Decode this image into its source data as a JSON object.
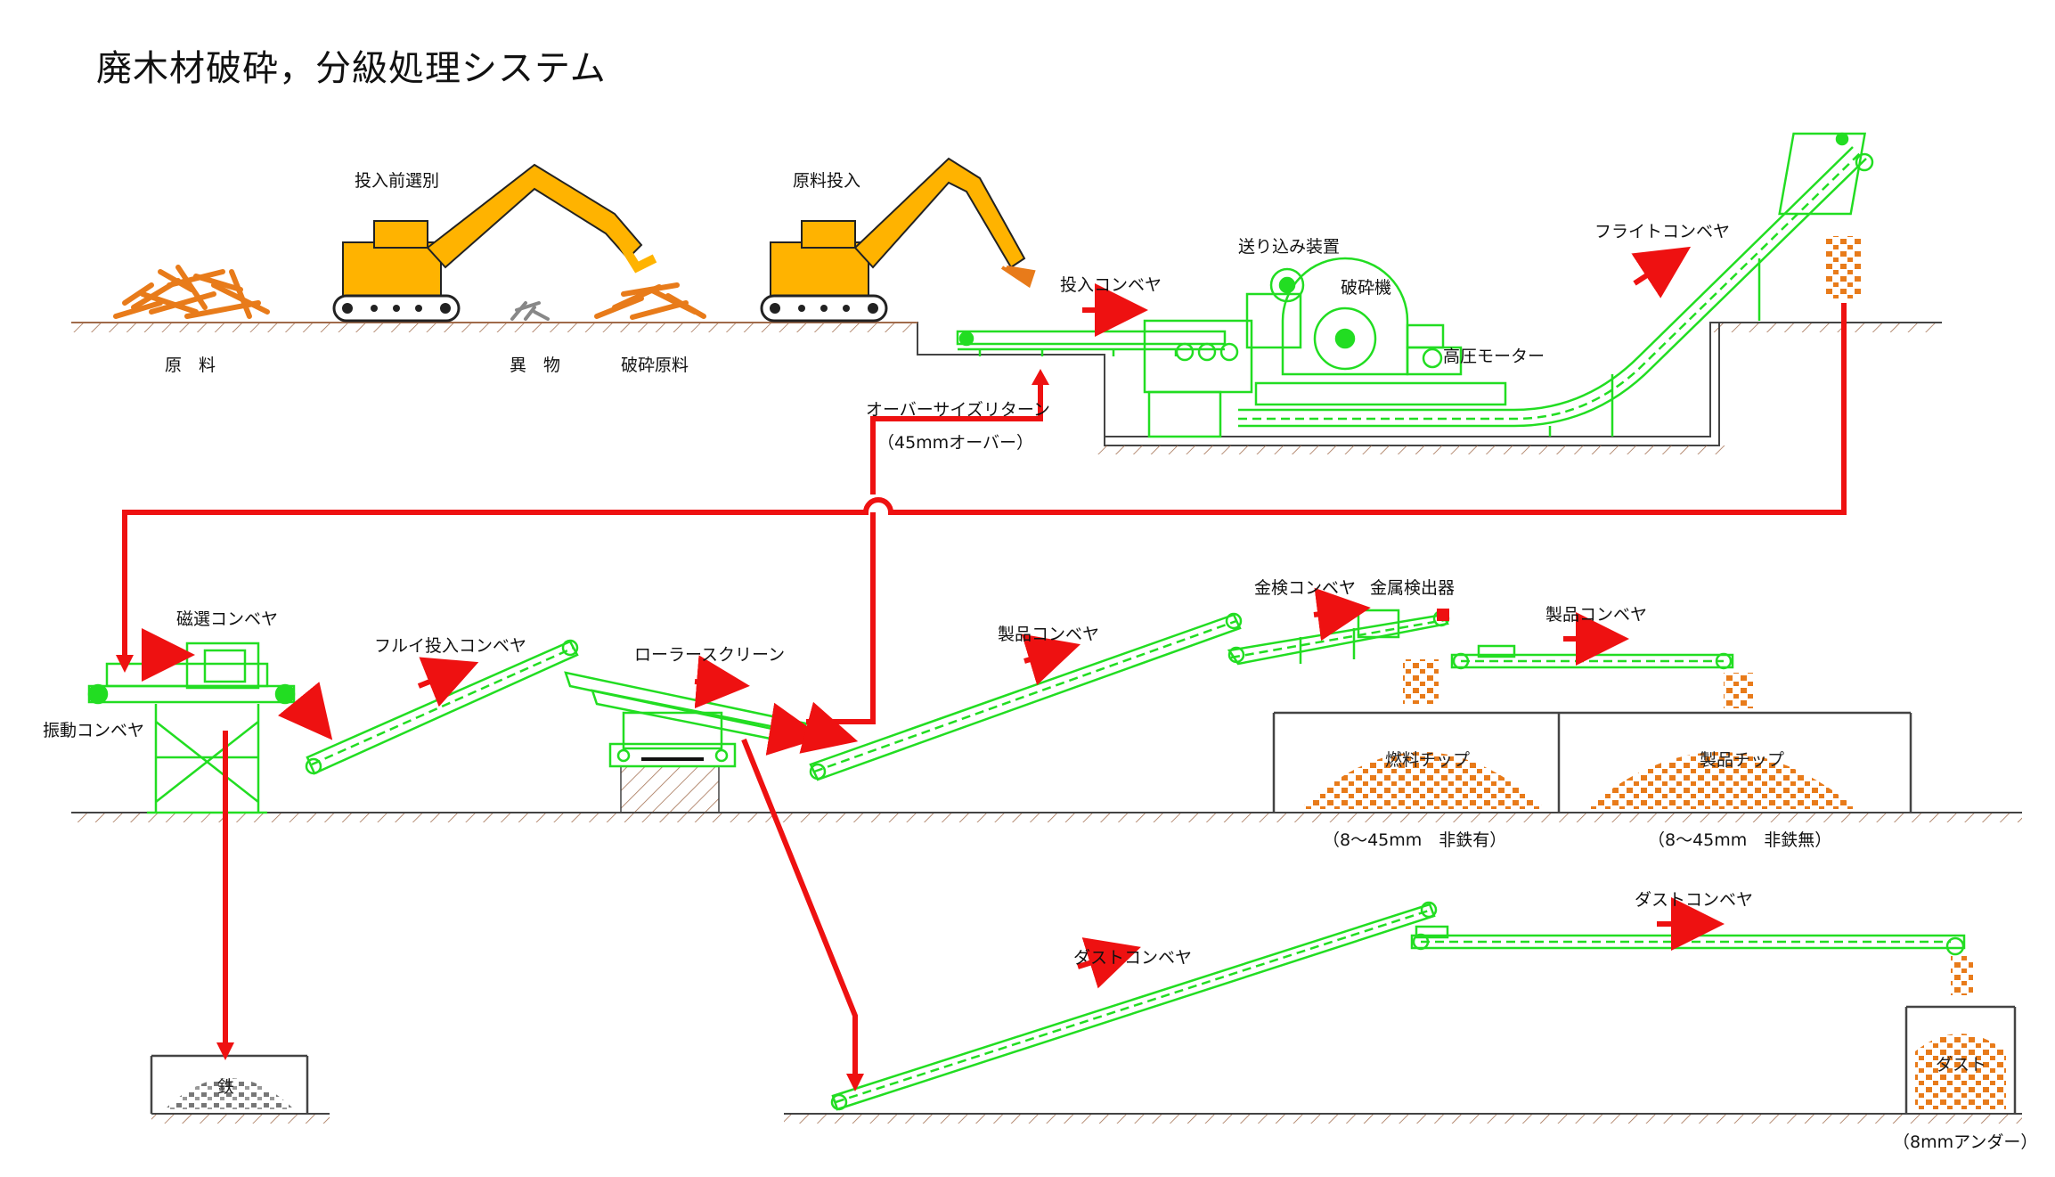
{
  "title": "廃木材破砕，分級処理システム",
  "labels": {
    "pre_sort": "投入前選別",
    "raw_input": "原料投入",
    "raw_material": "原　料",
    "foreign": "異　物",
    "crushed_raw": "破砕原料",
    "input_conveyor": "投入コンベヤ",
    "feeder": "送り込み装置",
    "crusher": "破砕機",
    "hp_motor": "高圧モーター",
    "flight_conveyor": "フライトコンベヤ",
    "oversize_return": "オーバーサイズリターン",
    "oversize_spec": "（45mmオーバー）",
    "magnetic_conveyor": "磁選コンベヤ",
    "vibrating_conveyor": "振動コンベヤ",
    "sieve_input_conveyor": "フルイ投入コンベヤ",
    "roller_screen": "ローラースクリーン",
    "product_conveyor_1": "製品コンベヤ",
    "inspection_conveyor": "金検コンベヤ",
    "metal_detector": "金属検出器",
    "product_conveyor_2": "製品コンベヤ",
    "fuel_chip": "燃料チップ",
    "product_chip": "製品チップ",
    "fuel_chip_spec": "（8～45mm　非鉄有）",
    "product_chip_spec": "（8～45mm　非鉄無）",
    "dust_conveyor_1": "ダストコンベヤ",
    "dust_conveyor_2": "ダストコンベヤ",
    "iron": "鉄",
    "dust": "ダスト",
    "dust_spec": "（8mmアンダー）"
  },
  "colors": {
    "machine": "#22dd22",
    "flow": "#ee1111",
    "material": "#e87b1a",
    "excavator": "#ffb300",
    "ground": "#8a5a3a",
    "line": "#333333"
  }
}
